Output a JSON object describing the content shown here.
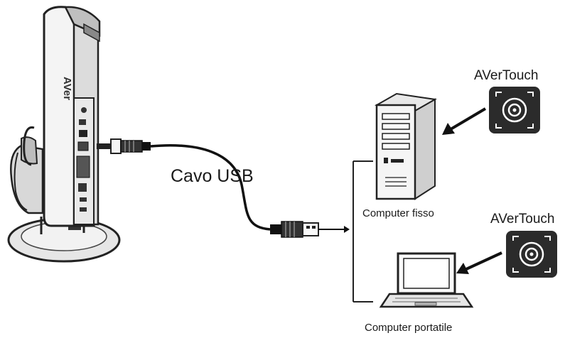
{
  "diagram": {
    "camera": {
      "brand_text": "AVer"
    },
    "cable": {
      "label": "Cavo USB"
    },
    "desktop": {
      "label": "Computer fisso",
      "app_label": "AVerTouch"
    },
    "laptop": {
      "label": "Computer portatile",
      "app_label": "AVerTouch"
    },
    "icon_color": "#2b2b2b"
  }
}
